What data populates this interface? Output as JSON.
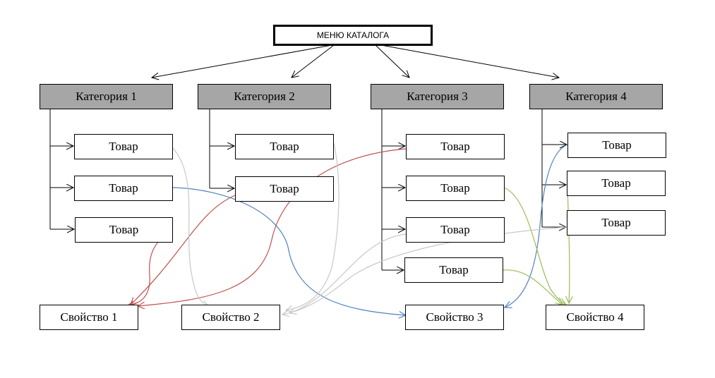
{
  "root": {
    "label": "МЕНЮ КАТАЛОГА"
  },
  "categories": [
    {
      "label": "Категория 1",
      "products": [
        "Товар",
        "Товар",
        "Товар"
      ]
    },
    {
      "label": "Категория 2",
      "products": [
        "Товар",
        "Товар"
      ]
    },
    {
      "label": "Категория 3",
      "products": [
        "Товар",
        "Товар",
        "Товар",
        "Товар"
      ]
    },
    {
      "label": "Категория 4",
      "products": [
        "Товар",
        "Товар",
        "Товар"
      ]
    }
  ],
  "properties": [
    "Свойство 1",
    "Свойство 2",
    "Свойство 3",
    "Свойство 4"
  ],
  "colors": {
    "category_fill": "#a6a6a6",
    "link_red": "#c0504d",
    "link_blue": "#4f81bd",
    "link_green": "#9bbb59",
    "link_gray": "#c8c8c8"
  }
}
